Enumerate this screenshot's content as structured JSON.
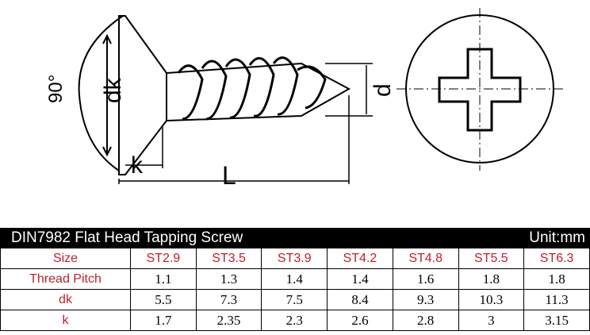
{
  "drawing": {
    "angle_label": "90°",
    "dk_label": "dk",
    "k_label": "k",
    "L_label": "L",
    "d_label": "d"
  },
  "table": {
    "title": "DIN7982 Flat Head Tapping Screw",
    "unit": "Unit:mm",
    "header_label": "Size",
    "sizes": [
      "ST2.9",
      "ST3.5",
      "ST3.9",
      "ST4.2",
      "ST4.8",
      "ST5.5",
      "ST6.3"
    ],
    "rows": [
      {
        "label": "Thread Pitch",
        "values": [
          "1.1",
          "1.3",
          "1.4",
          "1.4",
          "1.6",
          "1.8",
          "1.8"
        ]
      },
      {
        "label": "dk",
        "values": [
          "5.5",
          "7.3",
          "7.5",
          "8.4",
          "9.3",
          "10.3",
          "11.3"
        ]
      },
      {
        "label": "k",
        "values": [
          "1.7",
          "2.35",
          "2.3",
          "2.6",
          "2.8",
          "3",
          "3.15"
        ]
      }
    ]
  }
}
